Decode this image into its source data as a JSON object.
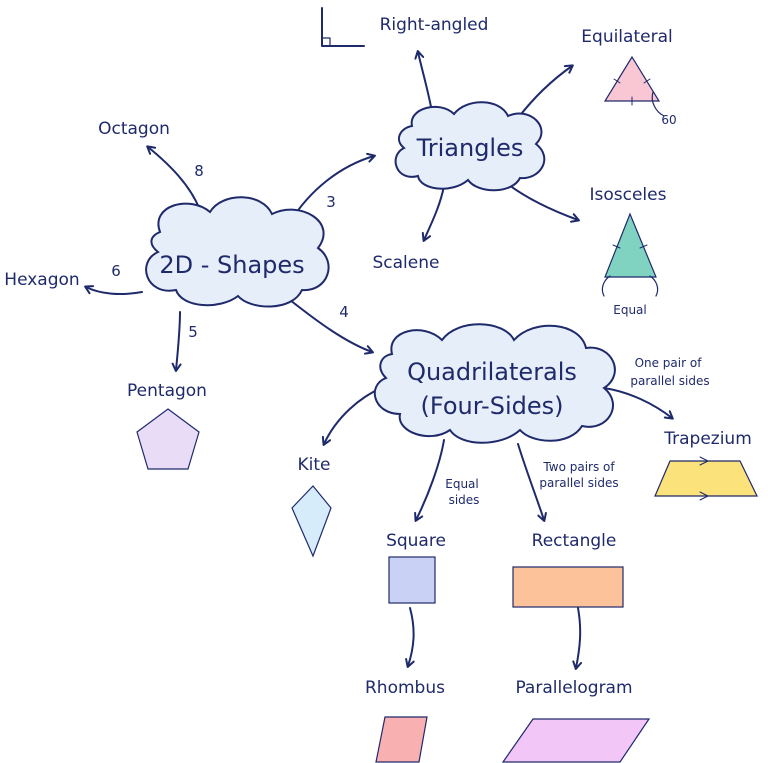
{
  "hub": {
    "label": "2D - Shapes"
  },
  "triangles": {
    "label": "Triangles",
    "branches": {
      "right_angled": "Right-angled",
      "equilateral": "Equilateral",
      "isosceles": "Isosceles",
      "scalene": "Scalene"
    },
    "equilateral_angle": "60",
    "isosceles_note": "Equal"
  },
  "quadrilaterals": {
    "label_line1": "Quadrilaterals",
    "label_line2": "(Four-Sides)",
    "branches": {
      "kite": "Kite",
      "square": "Square",
      "rectangle": "Rectangle",
      "trapezium": "Trapezium",
      "rhombus": "Rhombus",
      "parallelogram": "Parallelogram"
    },
    "notes": {
      "square": [
        "Equal",
        "sides"
      ],
      "rectangle": [
        "Two pairs of",
        "parallel sides"
      ],
      "trapezium": [
        "One pair of",
        "parallel sides"
      ]
    }
  },
  "shapes": {
    "octagon": {
      "label": "Octagon",
      "sides": "8"
    },
    "hexagon": {
      "label": "Hexagon",
      "sides": "6"
    },
    "pentagon": {
      "label": "Pentagon",
      "sides": "5"
    },
    "triangle_count": "3",
    "quad_count": "4"
  },
  "colors": {
    "ink": "#1f2a6b",
    "cloud": "#e6eef9",
    "equilateral": "#f9c6d3",
    "isosceles": "#7fd3c0",
    "pentagon": "#e8dcf7",
    "kite": "#d6ecfb",
    "square": "#c9d2f5",
    "rectangle": "#fcc39a",
    "trapezium": "#fce27a",
    "rhombus": "#f8b0b0",
    "parallelogram": "#f2c6f7"
  }
}
